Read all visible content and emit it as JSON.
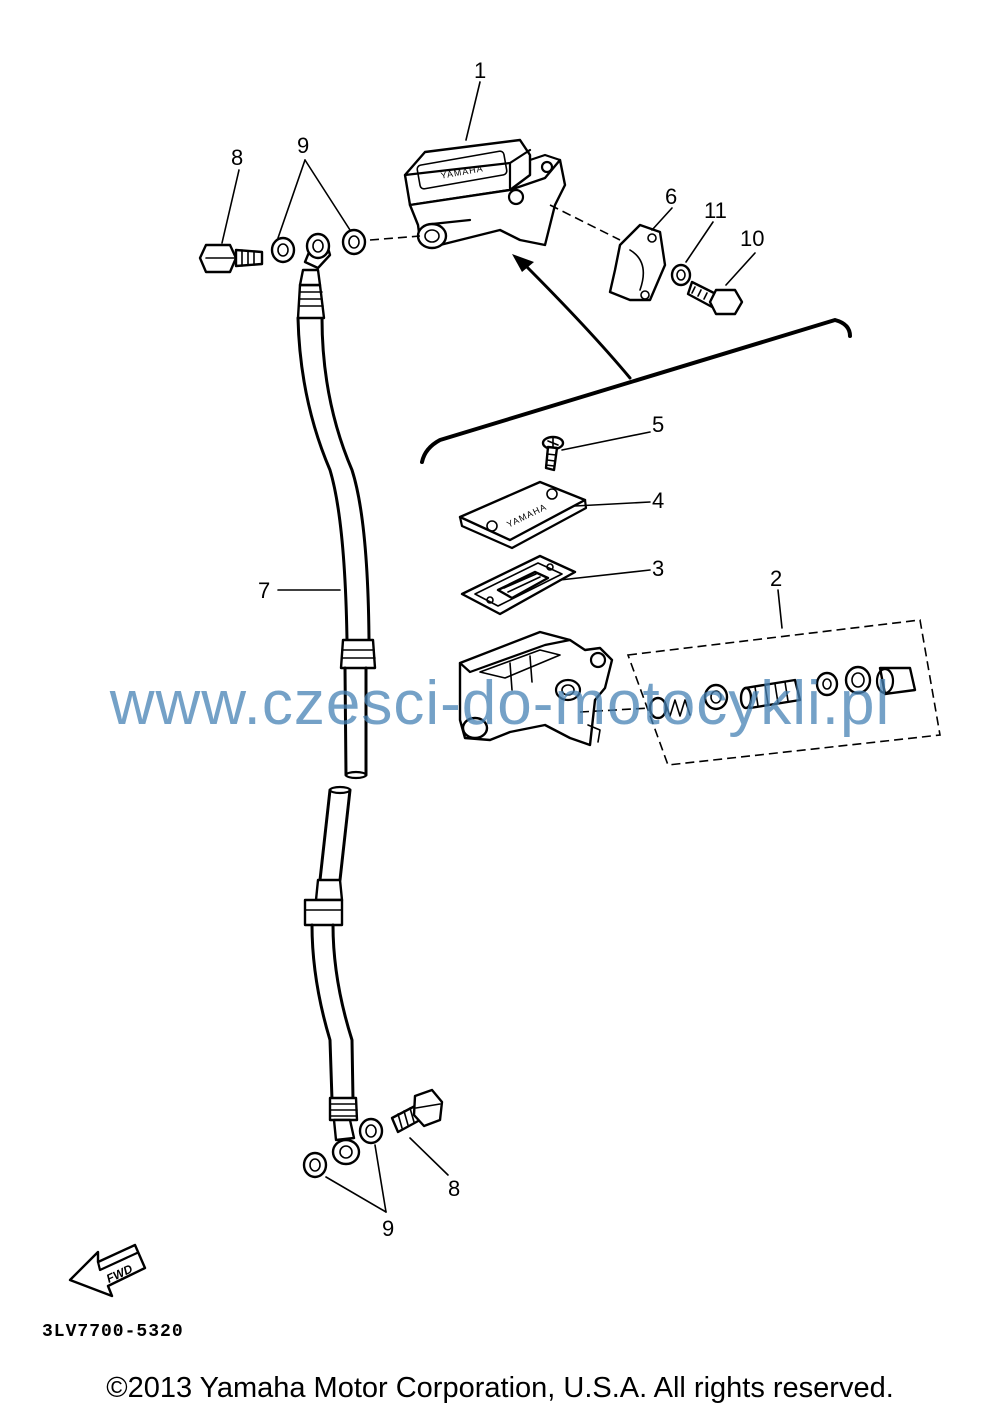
{
  "diagram": {
    "callouts": {
      "c1": "1",
      "c2": "2",
      "c3": "3",
      "c4": "4",
      "c5": "5",
      "c6": "6",
      "c7": "7",
      "c8_top": "8",
      "c8_bottom": "8",
      "c9_top": "9",
      "c9_bottom": "9",
      "c10": "10",
      "c11": "11"
    },
    "reservoir_cap_text": "YAMAHA",
    "exploded_cap_text": "YAMAHA",
    "fwd_label": "FWD"
  },
  "watermark": "www.czesci-do-motocykli.pl",
  "diagram_code": "3LV7700-5320",
  "copyright": "©2013 Yamaha Motor Corporation, U.S.A. All rights reserved."
}
